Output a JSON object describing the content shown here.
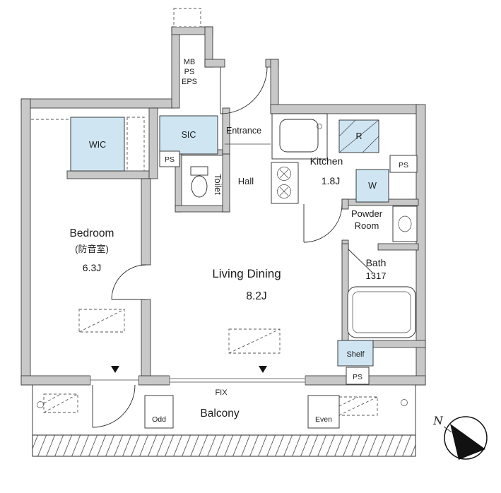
{
  "meta": {
    "type": "apartment floor plan"
  },
  "colors": {
    "wall": "#c8c8c8",
    "highlight": "#cfe5f2",
    "line": "#2a2a2a",
    "bg": "#ffffff"
  },
  "shaft": {
    "mb": "MB",
    "ps": "PS",
    "eps": "EPS"
  },
  "closets": {
    "wic": "WIC",
    "sic": "SIC",
    "shelf": "Shelf"
  },
  "appliances": {
    "fridge": "R",
    "washer": "W"
  },
  "pipe_shafts": {
    "entry": "PS",
    "kitchen_side": "PS",
    "living_side": "PS"
  },
  "rooms": {
    "entrance": "Entrance",
    "toilet": "Toilet",
    "hall": "Hall",
    "kitchen_name": "Kitchen",
    "kitchen_size": "1.8J",
    "powder_line1": "Powder",
    "powder_line2": "Room",
    "bath_name": "Bath",
    "bath_size": "1317",
    "bedroom_name": "Bedroom",
    "bedroom_note": "(防音室)",
    "bedroom_size": "6.3J",
    "living_name": "Living Dining",
    "living_size": "8.2J"
  },
  "balcony": {
    "name": "Balcony",
    "window": "FIX",
    "odd": "Odd",
    "even": "Even"
  },
  "compass": {
    "north": "N"
  }
}
